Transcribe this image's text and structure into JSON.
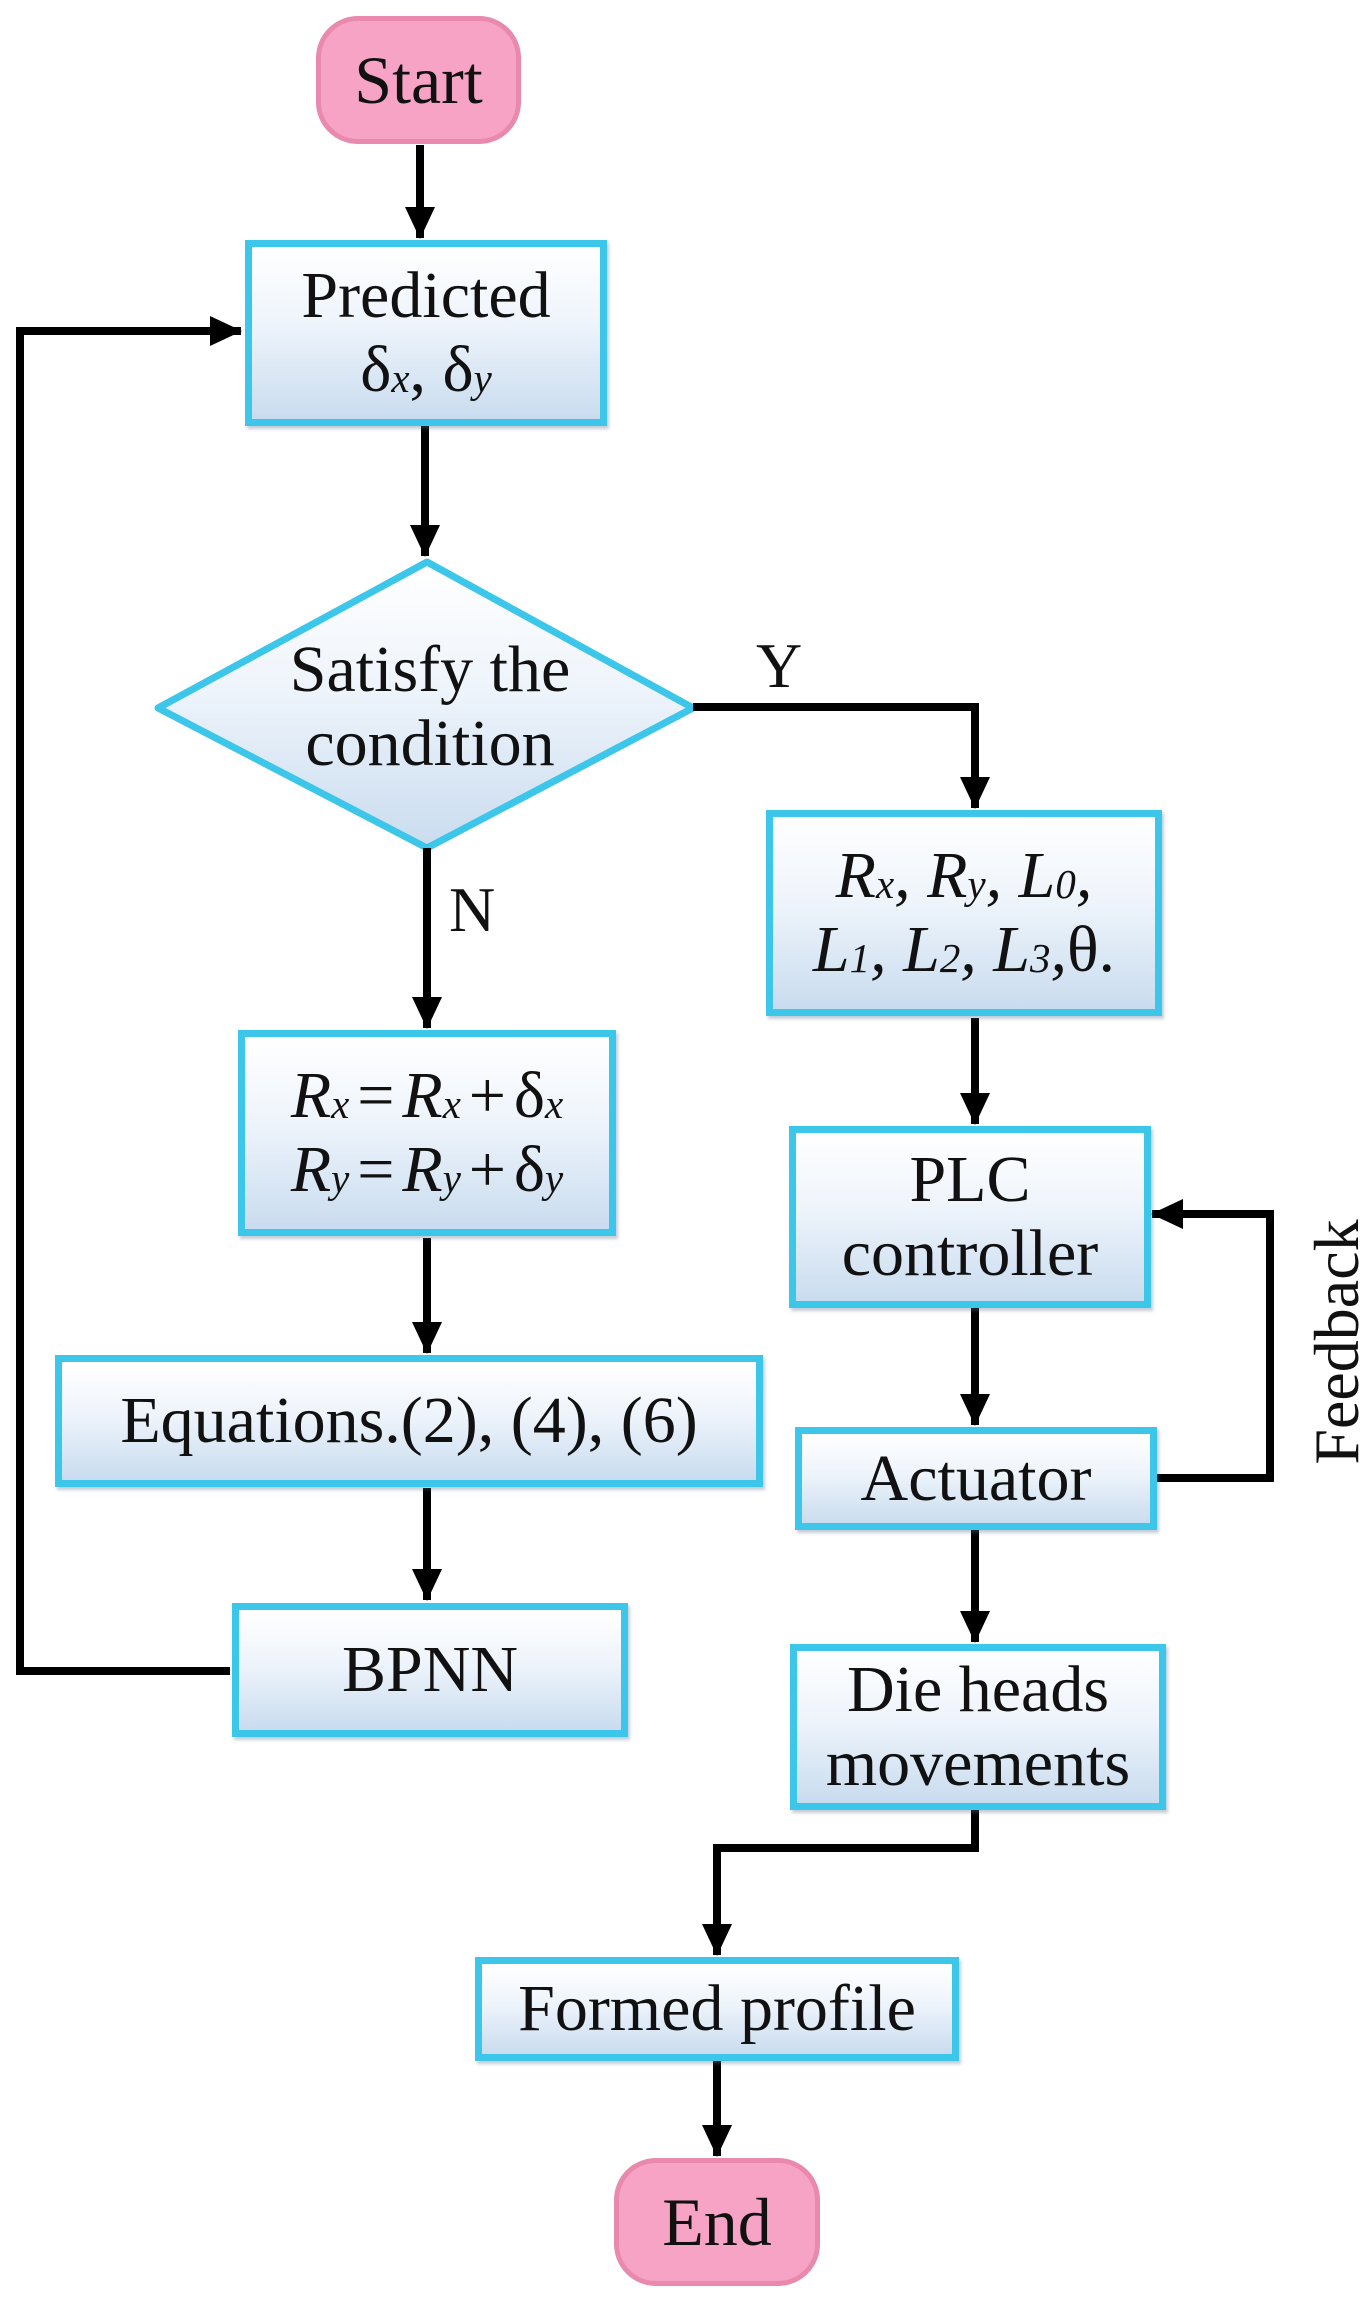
{
  "nodes": {
    "start": {
      "label": "Start"
    },
    "predicted": {
      "line1": "Predicted",
      "delta": "δ",
      "x": "x",
      "sep": ",",
      "y": "y"
    },
    "decision": {
      "line1": "Satisfy the",
      "line2": "condition"
    },
    "params": {
      "R": "R",
      "x": "x",
      "y": "y",
      "L": "L",
      "sub0": "0",
      "sub1": "1",
      "sub2": "2",
      "sub3": "3",
      "comma": ",",
      "theta": "θ."
    },
    "update": {
      "R": "R",
      "x": "x",
      "y": "y",
      "eq": "=",
      "plus": "+",
      "delta": "δ"
    },
    "equations": {
      "label": "Equations.(2), (4), (6)"
    },
    "bpnn": {
      "label": "BPNN"
    },
    "plc": {
      "line1": "PLC",
      "line2": "controller"
    },
    "actuator": {
      "label": "Actuator"
    },
    "die": {
      "line1": "Die heads",
      "line2": "movements"
    },
    "formed": {
      "label": "Formed profile"
    },
    "end": {
      "label": "End"
    }
  },
  "edge_labels": {
    "yes": "Y",
    "no": "N",
    "feedback": "Feedback"
  },
  "colors": {
    "process_border": "#3cc6ea",
    "process_fill_top": "#ffffff",
    "process_fill_bottom": "#c9dcef",
    "terminal_fill": "#f7a3c5",
    "terminal_border": "#e889ad",
    "connector": "#000000"
  }
}
